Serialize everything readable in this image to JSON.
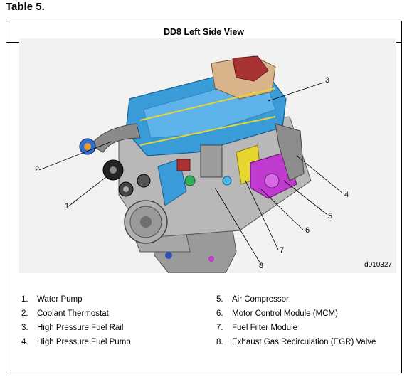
{
  "document": {
    "title": "Table 5.",
    "table_header": "DD8 Left Side View",
    "figure_code": "d010327"
  },
  "callouts": [
    "1",
    "2",
    "3",
    "4",
    "5",
    "6",
    "7",
    "8"
  ],
  "legend": {
    "left": [
      {
        "num": "1.",
        "label": "Water Pump"
      },
      {
        "num": "2.",
        "label": "Coolant Thermostat"
      },
      {
        "num": "3.",
        "label": "High Pressure Fuel Rail"
      },
      {
        "num": "4.",
        "label": "High Pressure Fuel Pump"
      }
    ],
    "right": [
      {
        "num": "5.",
        "label": "Air Compressor"
      },
      {
        "num": "6.",
        "label": "Motor Control Module (MCM)"
      },
      {
        "num": "7.",
        "label": "Fuel Filter Module"
      },
      {
        "num": "8.",
        "label": "Exhaust Gas Recirculation (EGR) Valve"
      }
    ]
  },
  "colors": {
    "engine_blue": "#3a9bd9",
    "block_gray": "#b8b8b8",
    "dark_gray": "#6e6e6e",
    "compressor_magenta": "#c03ad0",
    "module_yellow": "#e8d630",
    "cover_red": "#a83232",
    "figure_bg": "#f2f2f2"
  }
}
